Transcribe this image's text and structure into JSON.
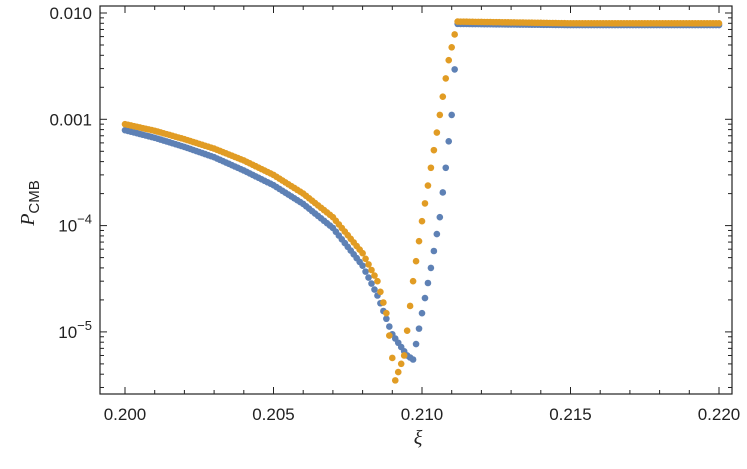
{
  "chart_data": {
    "type": "scatter",
    "title": "",
    "xlabel": "ξ",
    "ylabel": "P",
    "ylabel_subscript": "CMB",
    "xlim": [
      0.1993,
      0.2204
    ],
    "ylim": [
      2.9e-06,
      0.0109
    ],
    "yscale": "log",
    "grid": false,
    "legend": null,
    "x_ticks": [
      0.2,
      0.205,
      0.21,
      0.215,
      0.22
    ],
    "x_tick_labels": [
      "0.200",
      "0.205",
      "0.210",
      "0.215",
      "0.220"
    ],
    "y_ticks": [
      0.01,
      0.001,
      0.0001,
      1e-05
    ],
    "y_tick_labels": [
      {
        "base": "0.010",
        "exp": ""
      },
      {
        "base": "0.001",
        "exp": ""
      },
      {
        "base": "10",
        "exp": "−4"
      },
      {
        "base": "10",
        "exp": "−5"
      }
    ],
    "series": [
      {
        "name": "blue",
        "color": "#5e81b5",
        "points": [
          [
            0.2,
            0.00079
          ],
          [
            0.201,
            0.00067
          ],
          [
            0.202,
            0.00055
          ],
          [
            0.203,
            0.00044
          ],
          [
            0.204,
            0.00033
          ],
          [
            0.205,
            0.00024
          ],
          [
            0.206,
            0.00016
          ],
          [
            0.207,
            9.5e-05
          ],
          [
            0.208,
            4.2e-05
          ],
          [
            0.2085,
            2.2e-05
          ],
          [
            0.209,
            9.5e-06
          ],
          [
            0.2095,
            6e-06
          ],
          [
            0.2097,
            5.5e-06
          ],
          [
            0.21,
            1.5e-05
          ],
          [
            0.2103,
            4e-05
          ],
          [
            0.2106,
            0.00012
          ],
          [
            0.2108,
            0.00035
          ],
          [
            0.211,
            0.0011
          ],
          [
            0.2112,
            0.0079
          ],
          [
            0.215,
            0.0077
          ],
          [
            0.22,
            0.0077
          ]
        ]
      },
      {
        "name": "orange",
        "color": "#e19c24",
        "points": [
          [
            0.2,
            0.0009
          ],
          [
            0.201,
            0.00078
          ],
          [
            0.202,
            0.00065
          ],
          [
            0.203,
            0.00053
          ],
          [
            0.204,
            0.00041
          ],
          [
            0.205,
            0.0003
          ],
          [
            0.206,
            0.0002
          ],
          [
            0.207,
            0.00012
          ],
          [
            0.208,
            5.5e-05
          ],
          [
            0.2085,
            3e-05
          ],
          [
            0.2088,
            1.5e-05
          ],
          [
            0.2091,
            3.5e-06
          ],
          [
            0.2094,
            6e-06
          ],
          [
            0.2097,
            3e-05
          ],
          [
            0.21,
            0.00011
          ],
          [
            0.2103,
            0.00035
          ],
          [
            0.2106,
            0.0011
          ],
          [
            0.2109,
            0.0036
          ],
          [
            0.2112,
            0.0083
          ],
          [
            0.215,
            0.008
          ],
          [
            0.22,
            0.008
          ]
        ]
      }
    ]
  }
}
